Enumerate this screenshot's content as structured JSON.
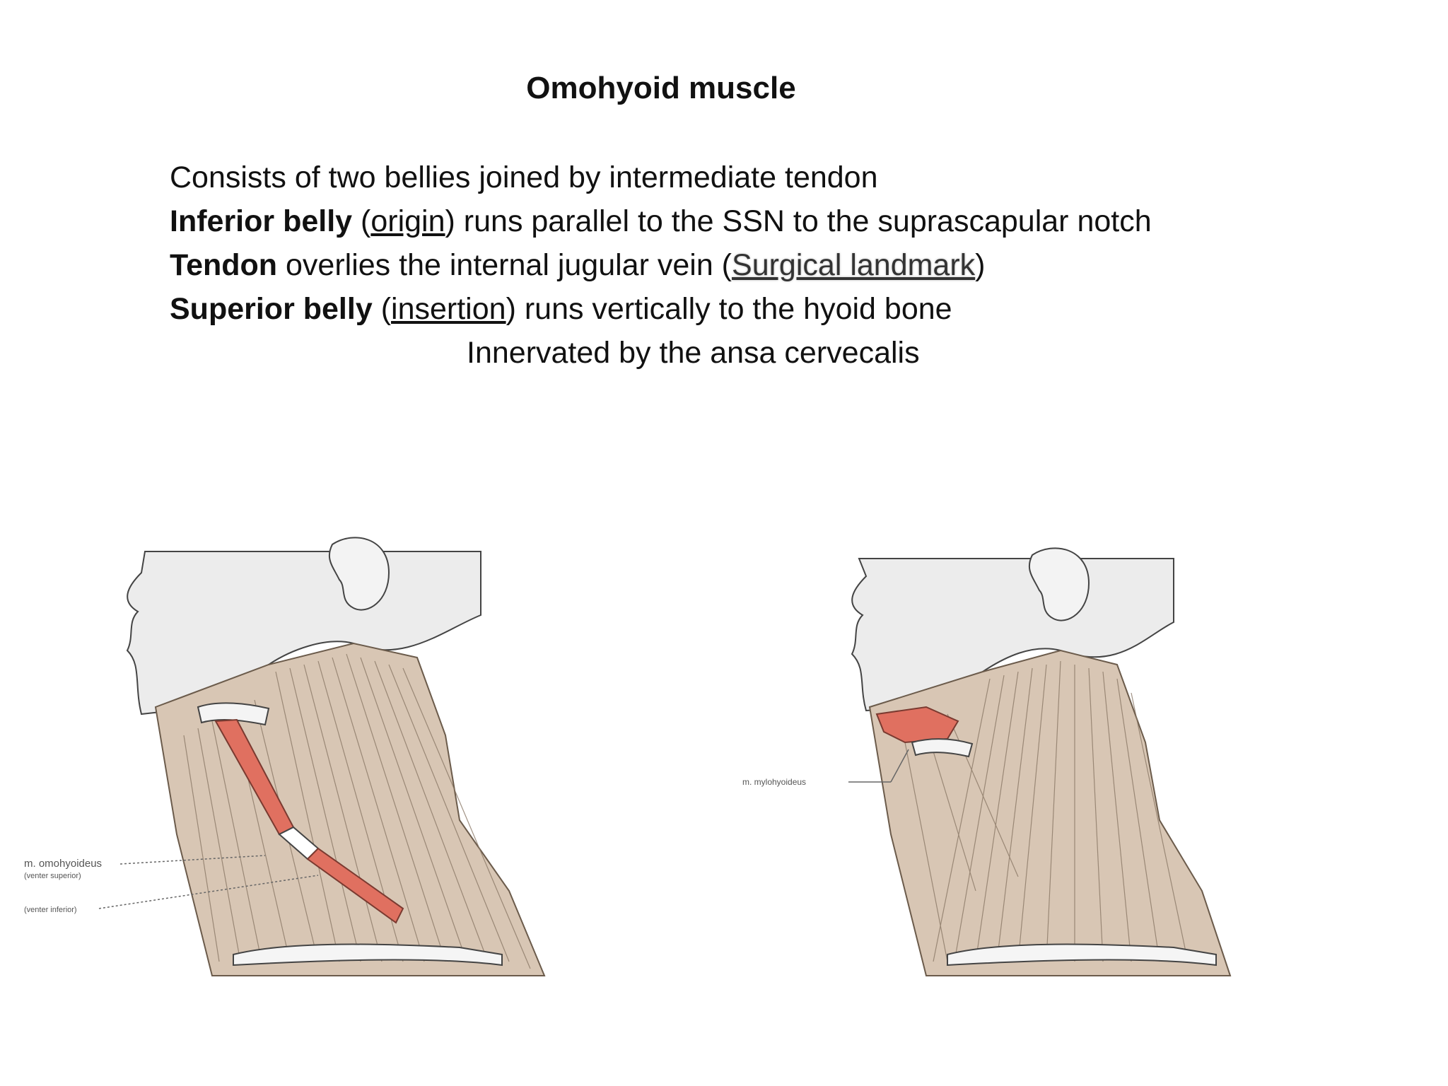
{
  "slide": {
    "title": "Omohyoid muscle",
    "lines": {
      "l1": "Consists of two bellies joined by intermediate tendon",
      "l2_bold": "Inferior belly",
      "l2_open": " (",
      "l2_u": "origin",
      "l2_rest": ") runs parallel to the SSN to the suprascapular notch",
      "l3_bold": "Tendon",
      "l3_rest": " overlies the internal jugular vein (",
      "l3_link": "Surgical landmark",
      "l3_close": ")",
      "l4_bold": "Superior belly",
      "l4_open": " (",
      "l4_u": "insertion",
      "l4_rest": ") runs vertically to the hyoid bone",
      "l5": "Innervated by the ansa cervecalis"
    }
  },
  "figures": {
    "left": {
      "label_muscle": "m. omohyoideus",
      "label_superior": "(venter superior)",
      "label_inferior": "(venter inferior)"
    },
    "right": {
      "label_muscle": "m. mylohyoideus"
    }
  },
  "colors": {
    "muscle": "#d8c6b4",
    "highlight": "#e07060",
    "head": "#ececec"
  }
}
